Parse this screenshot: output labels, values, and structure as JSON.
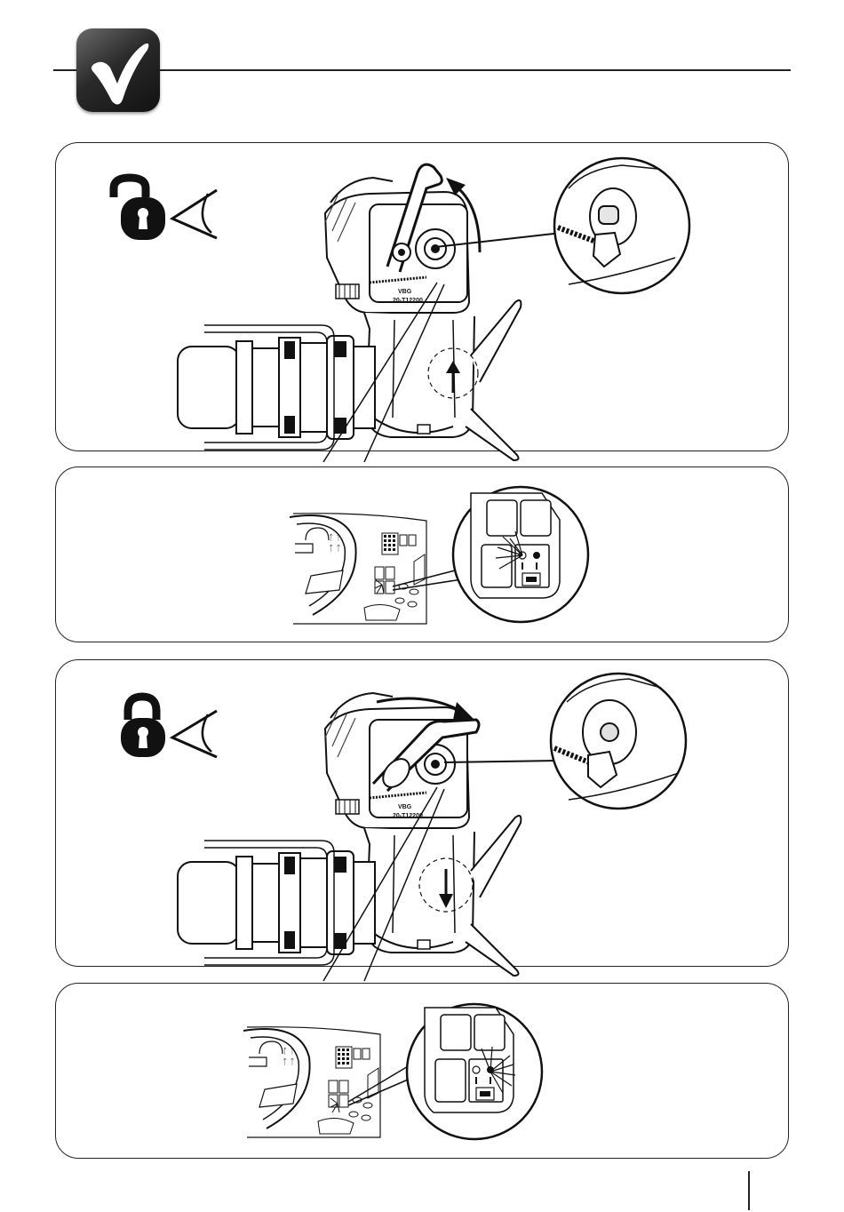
{
  "header": {
    "badge_icon": "checkmark-icon",
    "badge_color": "#2a2a2a",
    "rule_color": "#222222"
  },
  "sections": [
    {
      "state": "unlocked",
      "status_icons": [
        "open-padlock-icon",
        "eye-icon"
      ],
      "arrow_direction": "up",
      "coupling_label": "VBG",
      "serial_text": "20-T12200"
    },
    {
      "state": "locked",
      "status_icons": [
        "closed-padlock-icon",
        "eye-icon"
      ],
      "arrow_direction": "down",
      "coupling_label": "VBG",
      "serial_text": "20-T12200"
    }
  ]
}
